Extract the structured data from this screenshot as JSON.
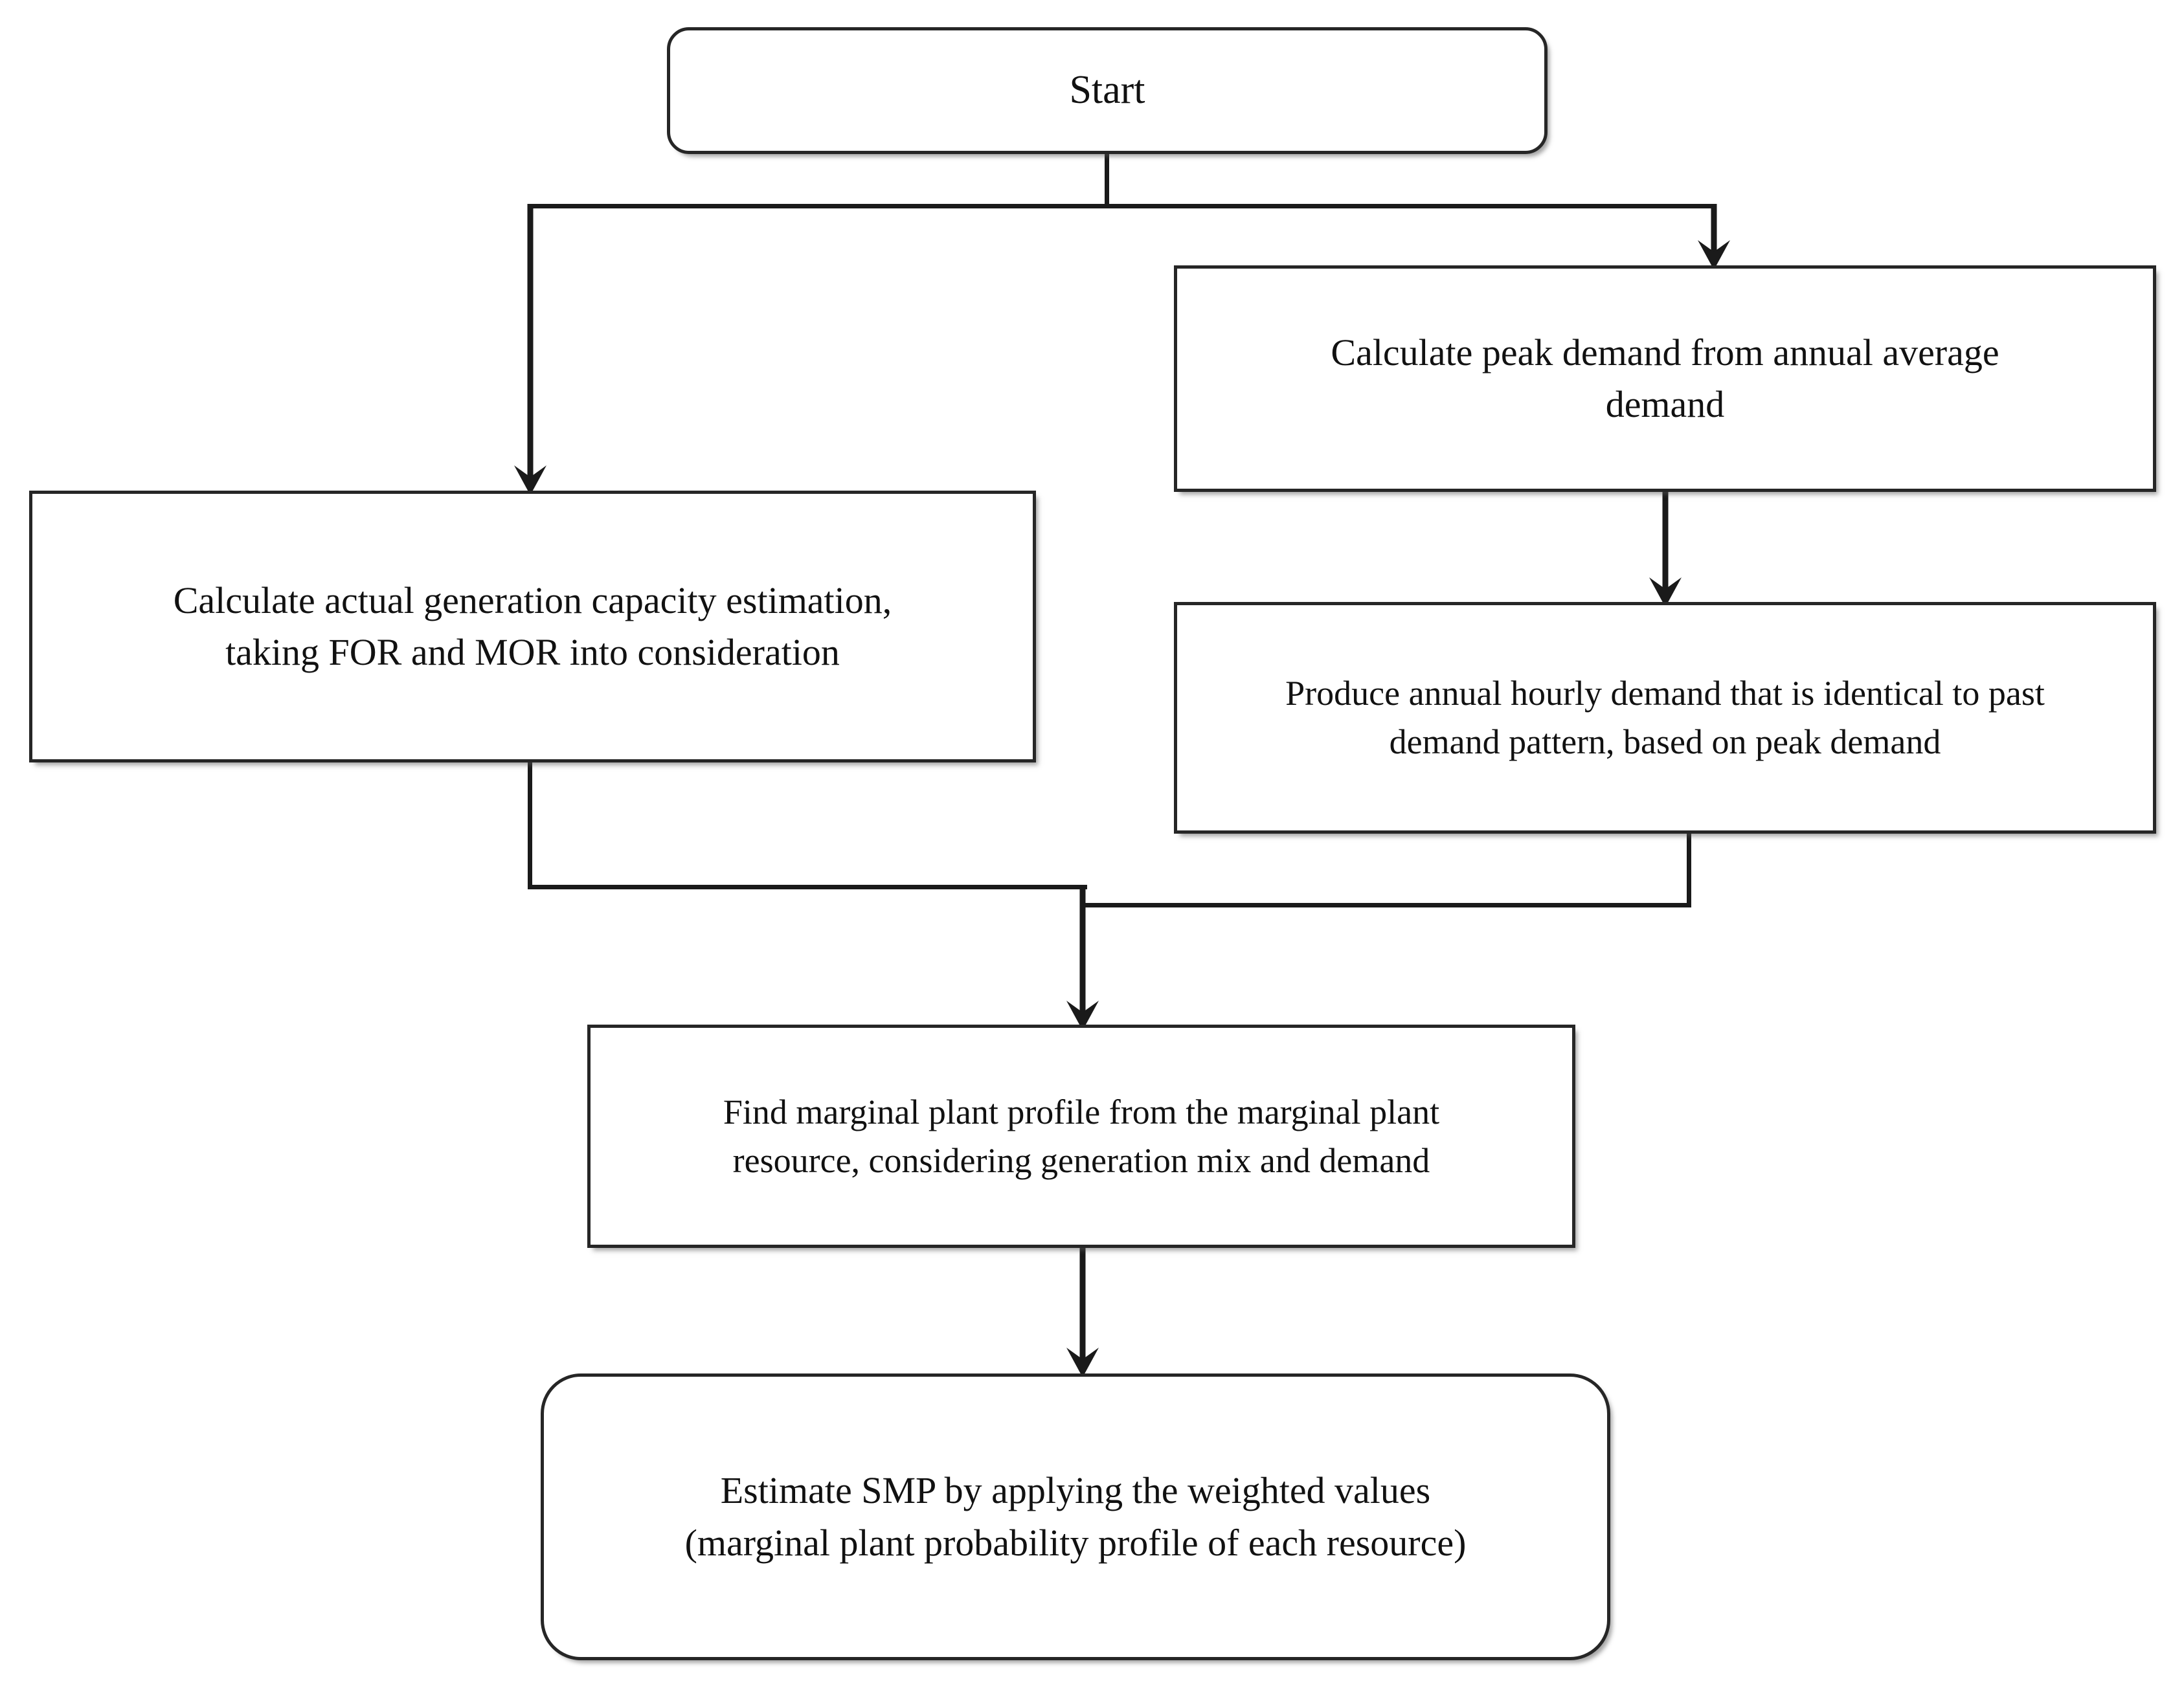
{
  "diagram": {
    "title": "SMP estimation process flowchart",
    "background_color": "#ffffff",
    "line_color": "#1a1a1a",
    "box_border_color": "#262626",
    "text_color": "#111111"
  },
  "nodes": {
    "start": {
      "id": "start",
      "shape": "terminator",
      "label": "Start"
    },
    "peak_demand": {
      "id": "peak_demand",
      "shape": "process",
      "label": "Calculate peak demand from annual average\ndemand"
    },
    "capacity": {
      "id": "capacity",
      "shape": "process",
      "label": "Calculate actual generation capacity estimation,\ntaking FOR and MOR into consideration"
    },
    "hourly_demand": {
      "id": "hourly_demand",
      "shape": "process",
      "label": "Produce annual hourly demand that is identical to past\ndemand pattern, based on peak demand"
    },
    "marginal_plant": {
      "id": "marginal_plant",
      "shape": "process",
      "label": "Find marginal plant profile from the marginal plant\nresource, considering generation mix and demand"
    },
    "estimate_smp": {
      "id": "estimate_smp",
      "shape": "terminator",
      "label": "Estimate SMP by applying the weighted values\n(marginal plant probability profile of each resource)"
    }
  },
  "edges": [
    {
      "from": "start",
      "to": "capacity",
      "style": "orthogonal-split-left",
      "arrow": true
    },
    {
      "from": "start",
      "to": "peak_demand",
      "style": "orthogonal-split-right",
      "arrow": true
    },
    {
      "from": "peak_demand",
      "to": "hourly_demand",
      "style": "straight-down",
      "arrow": true
    },
    {
      "from": "capacity",
      "to": "marginal_plant",
      "style": "orthogonal-merge-left",
      "arrow": false
    },
    {
      "from": "hourly_demand",
      "to": "marginal_plant",
      "style": "orthogonal-merge-right",
      "arrow": false
    },
    {
      "from": "merge-junction",
      "to": "marginal_plant",
      "style": "straight-down",
      "arrow": true
    },
    {
      "from": "marginal_plant",
      "to": "estimate_smp",
      "style": "straight-down",
      "arrow": true
    }
  ]
}
